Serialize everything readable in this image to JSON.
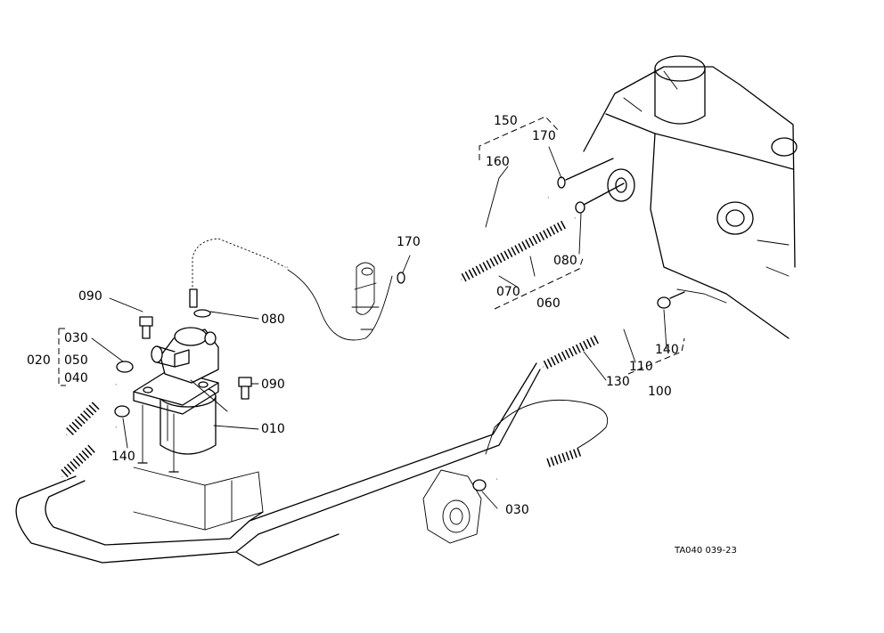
{
  "labels": {
    "p010": "010",
    "p020": "020",
    "p030a": "030",
    "p030b": "030",
    "p040": "040",
    "p050": "050",
    "p060": "060",
    "p070": "070",
    "p080a": "080",
    "p080b": "080",
    "p090a": "090",
    "p090b": "090",
    "p100": "100",
    "p110": "110",
    "p130": "130",
    "p140a": "140",
    "p140b": "140",
    "p150": "150",
    "p160": "160",
    "p170a": "170",
    "p170b": "170"
  },
  "reference": "TA040 039-23"
}
